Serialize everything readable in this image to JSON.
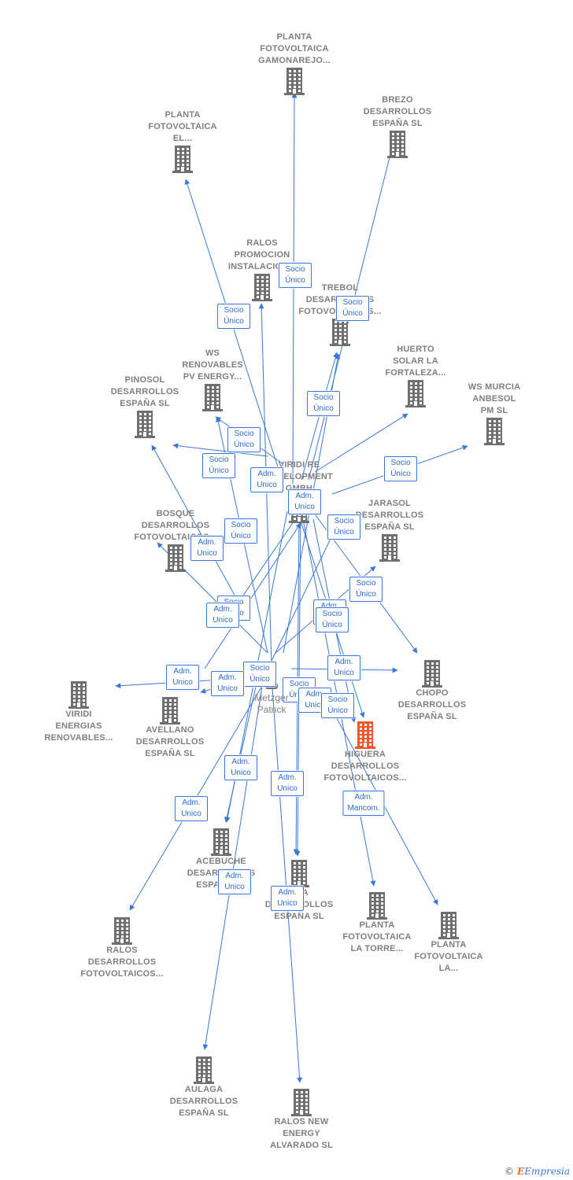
{
  "colors": {
    "edge": "#3a78d6",
    "building": "#6f6f6f",
    "highlight": "#f0572d",
    "label": "#7f7f7f"
  },
  "center": {
    "name": "Metzger\nPatrick",
    "icon": "person-icon"
  },
  "companies": [
    {
      "id": "gamonarejo",
      "label": "PLANTA\nFOTOVOLTAICA\nGAMONAREJO...",
      "icon": "building-icon"
    },
    {
      "id": "brezo",
      "label": "BREZO\nDESARROLLOS\nESPAÑA  SL",
      "icon": "building-icon"
    },
    {
      "id": "el",
      "label": "PLANTA\nFOTOVOLTAICA\nEL...",
      "icon": "building-icon"
    },
    {
      "id": "ralospromo",
      "label": "RALOS\nPROMOCION\nINSTALACION...",
      "icon": "building-icon"
    },
    {
      "id": "trebol",
      "label": "TREBOL\nDESARROLLOS\nFOTOVOLTAICOS...",
      "icon": "building-icon"
    },
    {
      "id": "huerto",
      "label": "HUERTO\nSOLAR LA\nFORTALEZA...",
      "icon": "building-icon"
    },
    {
      "id": "wsmurcia",
      "label": "WS MURCIA\nANBESOL\nPM SL",
      "icon": "building-icon"
    },
    {
      "id": "wsrenov",
      "label": "WS\nRENOVABLES\nPV ENERGY...",
      "icon": "building-icon"
    },
    {
      "id": "pinosol",
      "label": "PINOSOL\nDESARROLLOS\nESPAÑA  SL",
      "icon": "building-icon"
    },
    {
      "id": "viridire",
      "label": "VIRIDI RE\nDEVELOPMENT\nGMBH",
      "icon": "building-icon"
    },
    {
      "id": "bosque",
      "label": "BOSQUE\nDESARROLLOS\nFOTOVOLTAICOS...",
      "icon": "building-icon"
    },
    {
      "id": "jarasol",
      "label": "JARASOL\nDESARROLLOS\nESPAÑA  SL",
      "icon": "building-icon"
    },
    {
      "id": "chopo",
      "label": "CHOPO\nDESARROLLOS\nESPAÑA  SL",
      "icon": "building-icon"
    },
    {
      "id": "viridiener",
      "label": "VIRIDI\nENERGIAS\nRENOVABLES...",
      "icon": "building-icon"
    },
    {
      "id": "avellano",
      "label": "AVELLANO\nDESARROLLOS\nESPAÑA  SL",
      "icon": "building-icon"
    },
    {
      "id": "higuera",
      "label": "HIGUERA\nDESARROLLOS\nFOTOVOLTAICOS...",
      "icon": "building-icon"
    },
    {
      "id": "acebuche",
      "label": "ACEBUCHE\nDESARROLLOS\nESPAÑA  SL",
      "icon": "building-icon"
    },
    {
      "id": "ola",
      "label": "OLA\nDESARROLLOS\nESPAÑA  SL",
      "icon": "building-icon"
    },
    {
      "id": "torre",
      "label": "PLANTA\nFOTOVOLTAICA\nLA TORRE...",
      "icon": "building-icon"
    },
    {
      "id": "la",
      "label": "PLANTA\nFOTOVOLTAICA\nLA...",
      "icon": "building-icon"
    },
    {
      "id": "ralosdes",
      "label": "RALOS\nDESARROLLOS\nFOTOVOLTAICOS...",
      "icon": "building-icon"
    },
    {
      "id": "aulaga",
      "label": "AULAGA\nDESARROLLOS\nESPAÑA  SL",
      "icon": "building-icon"
    },
    {
      "id": "ralosnew",
      "label": "RALOS NEW\nENERGY\nALVARADO  SL",
      "icon": "building-icon"
    }
  ],
  "edge_labels": {
    "socio": "Socio\nÚnico",
    "adm": "Adm.\nUnico",
    "mancom": "Adm.\nMancom."
  },
  "footer": {
    "copyright": "©",
    "brand": "Empresia"
  }
}
